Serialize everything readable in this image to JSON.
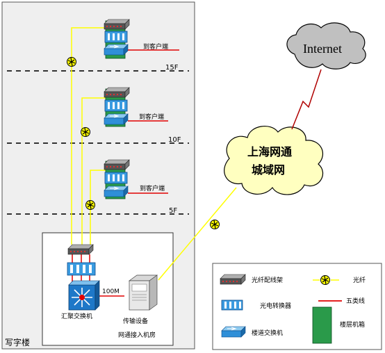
{
  "building": {
    "label": "写字楼"
  },
  "floors": [
    {
      "label": "15F"
    },
    {
      "label": "10F"
    },
    {
      "label": "5F"
    }
  ],
  "floor_devices": [
    {
      "client_label": "到客户端"
    },
    {
      "client_label": "到客户端"
    },
    {
      "client_label": "到客户端"
    }
  ],
  "access_room": {
    "label": "网通接入机房",
    "aggregation_switch_label": "汇聚交换机",
    "transmission_label": "传输设备",
    "link_speed": "100M"
  },
  "cloud": {
    "line1": "上海网通",
    "line2": "城域网"
  },
  "internet": {
    "label": "Internet"
  },
  "legend": {
    "fiber_panel": "光纤配线架",
    "converter": "光电转换器",
    "floor_switch": "楼道交换机",
    "fiber": "光纤",
    "cat5": "五类线",
    "cabinet": "楼层机箱"
  },
  "colors": {
    "fiber": "#ffff00",
    "cat5": "#e00000",
    "cabinet": "#2a9a4a",
    "switch_blue": "#1e78c8",
    "cloud": "#ffffc0"
  }
}
